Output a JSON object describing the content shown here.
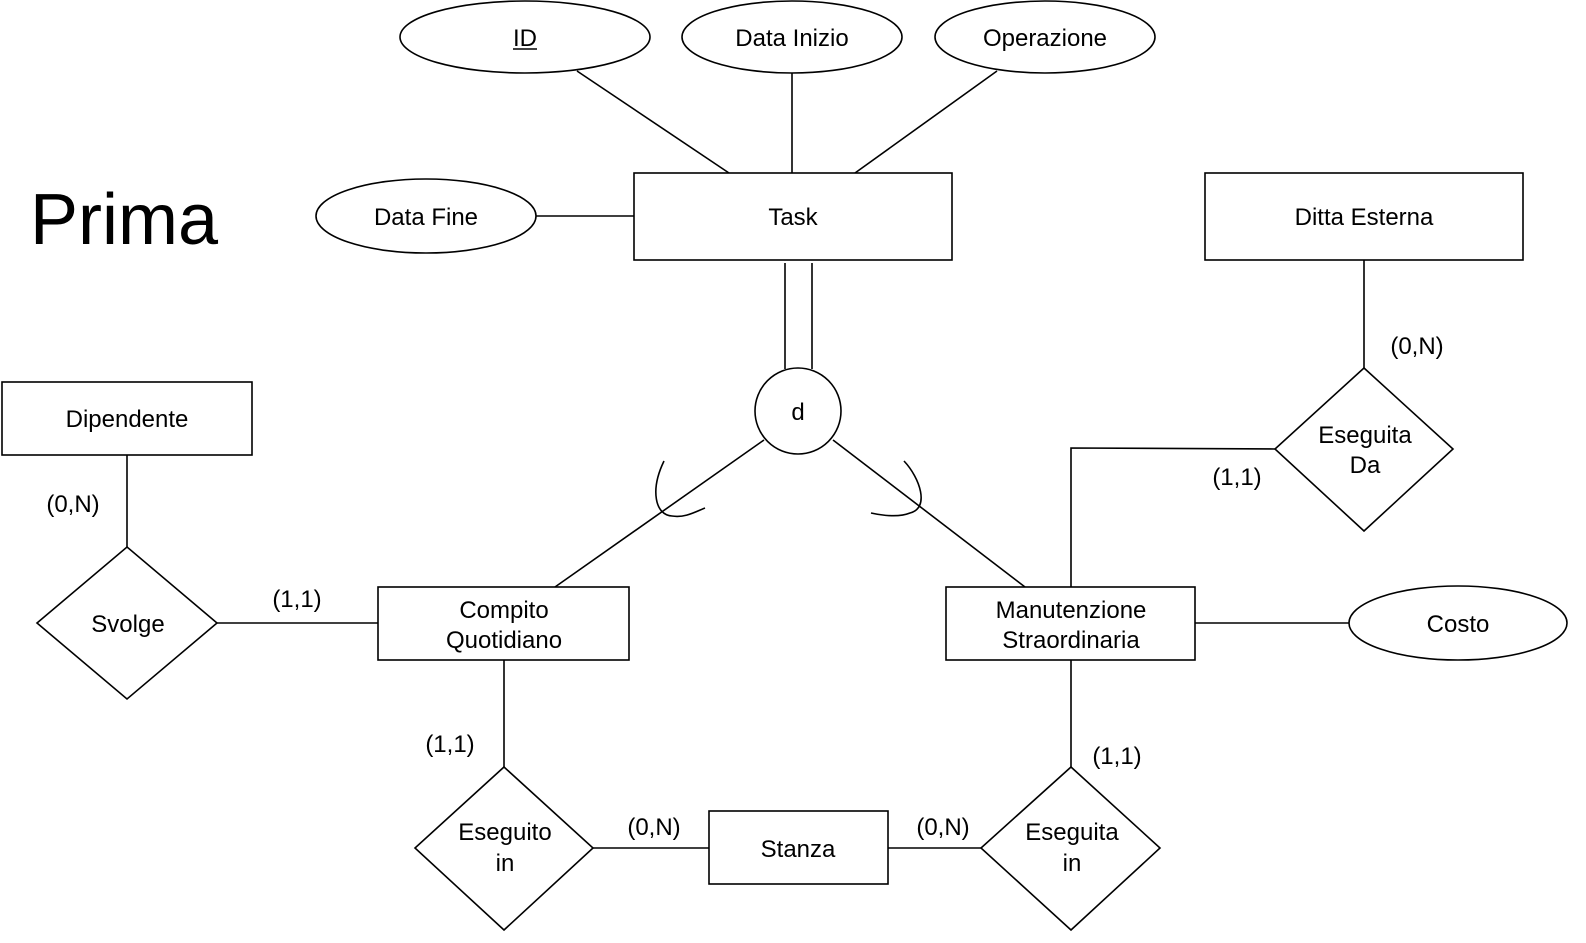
{
  "title": "Prima",
  "entities": {
    "task": "Task",
    "dipendente": "Dipendente",
    "ditta_esterna": "Ditta Esterna",
    "compito_quotidiano": [
      "Compito",
      "Quotidiano"
    ],
    "manutenzione_straordinaria": [
      "Manutenzione",
      "Straordinaria"
    ],
    "stanza": "Stanza"
  },
  "attributes": {
    "id": "ID",
    "data_inizio": "Data Inizio",
    "operazione": "Operazione",
    "data_fine": "Data Fine",
    "costo": "Costo"
  },
  "relationships": {
    "svolge": "Svolge",
    "eseguita_da": [
      "Eseguita",
      "Da"
    ],
    "eseguito_in": [
      "Eseguito",
      "in"
    ],
    "eseguita_in": [
      "Eseguita",
      "in"
    ]
  },
  "generalization": {
    "symbol": "d"
  },
  "cardinalities": {
    "dipendente_svolge": "(0,N)",
    "svolge_compito": "(1,1)",
    "compito_eseguito_in": "(1,1)",
    "eseguito_in_stanza": "(0,N)",
    "stanza_eseguita_in": "(0,N)",
    "manutenzione_eseguita_in": "(1,1)",
    "ditta_eseguita_da": "(0,N)",
    "manutenzione_eseguita_da": "(1,1)"
  }
}
